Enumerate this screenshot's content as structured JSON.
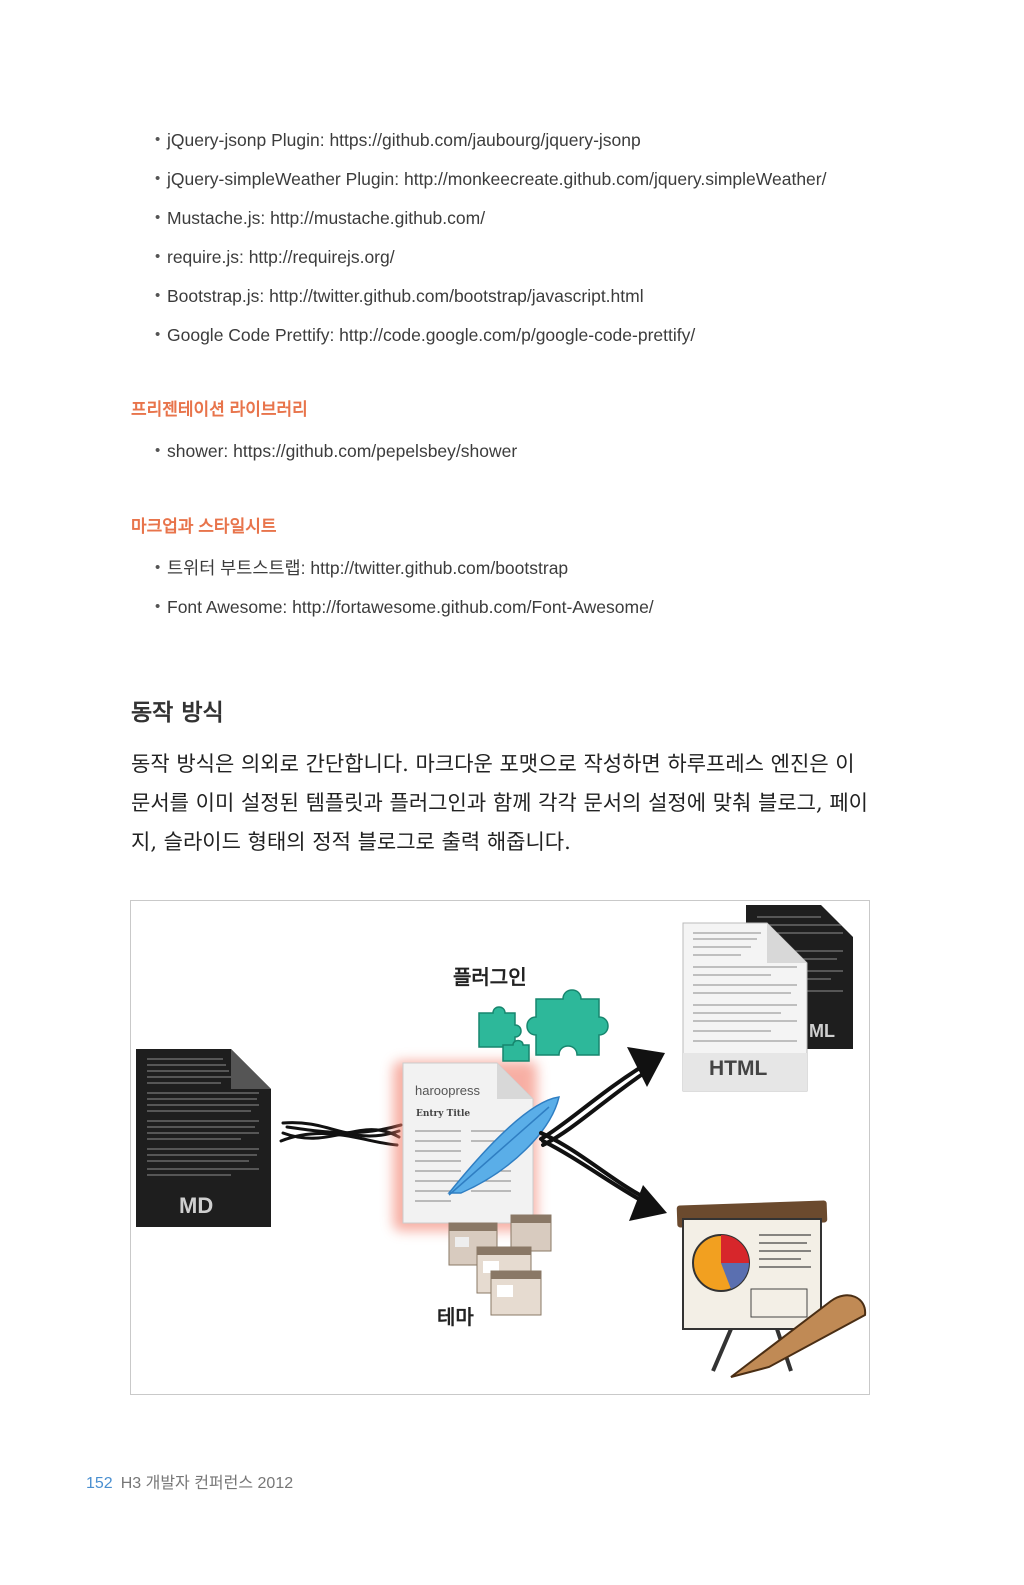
{
  "links_list": [
    "jQuery-jsonp Plugin: https://github.com/jaubourg/jquery-jsonp",
    "jQuery-simpleWeather Plugin: http://monkeecreate.github.com/jquery.simpleWeather/",
    "Mustache.js: http://mustache.github.com/",
    "require.js: http://requirejs.org/",
    "Bootstrap.js: http://twitter.github.com/bootstrap/javascript.html",
    "Google Code Prettify: http://code.google.com/p/google-code-prettify/"
  ],
  "presentation": {
    "heading": "프리젠테이션 라이브러리",
    "items": [
      "shower: https://github.com/pepelsbey/shower"
    ]
  },
  "markup": {
    "heading": "마크업과 스타일시트",
    "items": [
      "트위터 부트스트랩: http://twitter.github.com/bootstrap",
      "Font Awesome: http://fortawesome.github.com/Font-Awesome/"
    ]
  },
  "section": {
    "title": "동작 방식",
    "paragraph": "동작 방식은 의외로 간단합니다. 마크다운 포맷으로 작성하면 하루프레스 엔진은 이 문서를 이미 설정된 템플릿과 플러그인과 함께 각각 문서의 설정에 맞춰 블로그, 페이지, 슬라이드 형태의 정적 블로그로 출력 해줍니다."
  },
  "figure": {
    "plugin_label": "플러그인",
    "theme_label": "테마",
    "md_label": "MD",
    "html_label": "HTML",
    "html_back_label": "ML",
    "engine_title": "haroopress",
    "entry_title": "Entry Title"
  },
  "footer": {
    "page_number": "152",
    "book_title": "H3 개발자 컨퍼런스 2012"
  },
  "colors": {
    "accent_heading": "#e8744b",
    "page_number": "#4a8fd0",
    "puzzle": "#2db89a"
  }
}
